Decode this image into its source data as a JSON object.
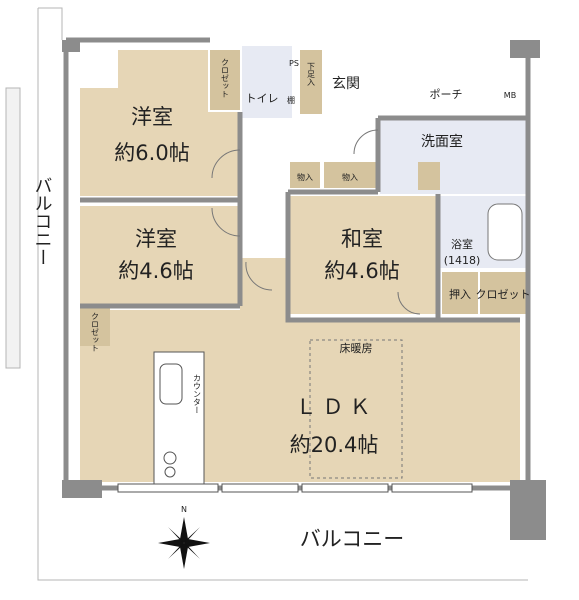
{
  "rooms": {
    "western1": {
      "name": "洋室",
      "size": "約6.0帖"
    },
    "western2": {
      "name": "洋室",
      "size": "約4.6帖"
    },
    "japanese": {
      "name": "和室",
      "size": "約4.6帖"
    },
    "ldk": {
      "name": "ＬＤＫ",
      "size": "約20.4帖"
    },
    "washroom": {
      "name": "洗面室"
    },
    "bath": {
      "name": "浴室",
      "size": "(1418)"
    },
    "toilet": {
      "name": "トイレ"
    },
    "entrance": {
      "name": "玄関"
    },
    "porch": {
      "name": "ポーチ"
    }
  },
  "storage": {
    "closet1": "クロゼット",
    "closet2": "クロゼット",
    "closet3": "クロゼット",
    "oshiire": "押入",
    "mono1": "物入",
    "mono2": "物入",
    "shoebox": "下足入",
    "tana": "棚",
    "ps": "PS",
    "counter": "カウンター",
    "mb": "MB"
  },
  "labels": {
    "floor_heating": "床暖房",
    "balcony_west": "バルコニー",
    "balcony_south": "バルコニー",
    "compass": "N"
  },
  "colors": {
    "room_fill": "#e6d6b6",
    "wet_fill": "#e7eaf3",
    "hall_fill": "#ffffff",
    "wall": "#8c8c8c",
    "storage_fill": "#d4c39e"
  }
}
